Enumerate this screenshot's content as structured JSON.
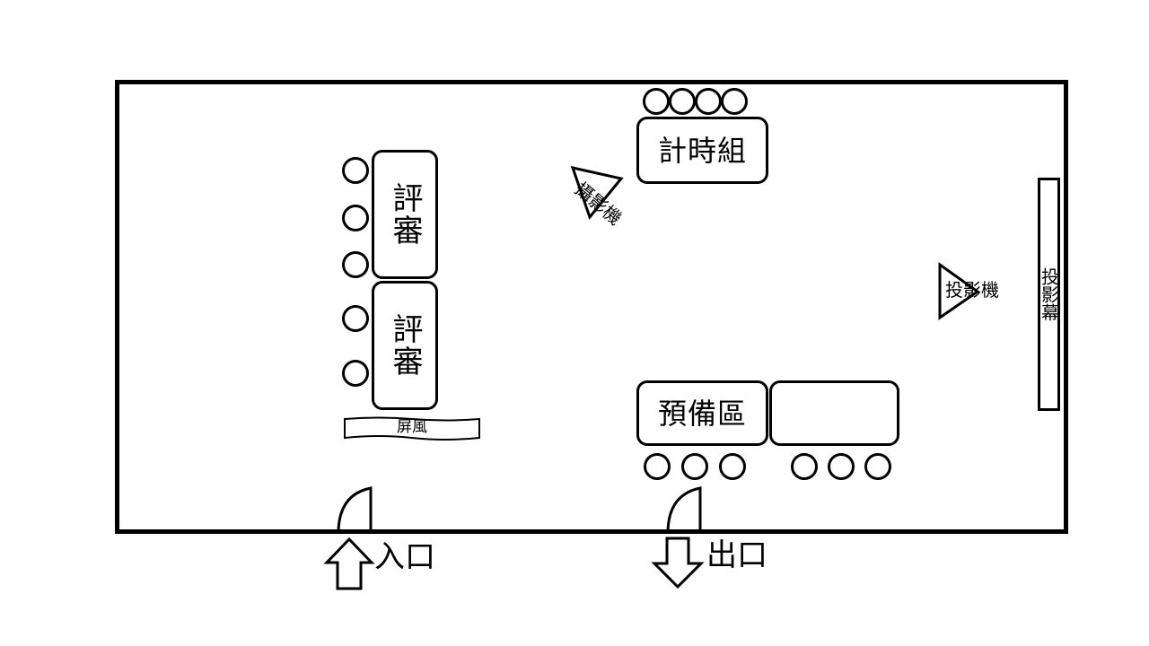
{
  "room": {
    "name": "floor-plan"
  },
  "judges": [
    {
      "label": "評審",
      "seats": 3
    },
    {
      "label": "評審",
      "seats": 2
    }
  ],
  "screen_divider": {
    "label": "屏風"
  },
  "timing_group": {
    "label": "計時組",
    "seats": 4
  },
  "camera": {
    "label": "攝影機"
  },
  "projector": {
    "label": "投影機"
  },
  "projection_screen": {
    "label": "投影幕"
  },
  "standby_area": {
    "label": "預備區",
    "seats": 3
  },
  "standby_extra_table": {
    "label": "",
    "seats": 3
  },
  "entrance": {
    "label": "入口",
    "direction": "in"
  },
  "exit": {
    "label": "出口",
    "direction": "out"
  },
  "colors": {
    "stroke": "#000000",
    "background": "#ffffff"
  }
}
